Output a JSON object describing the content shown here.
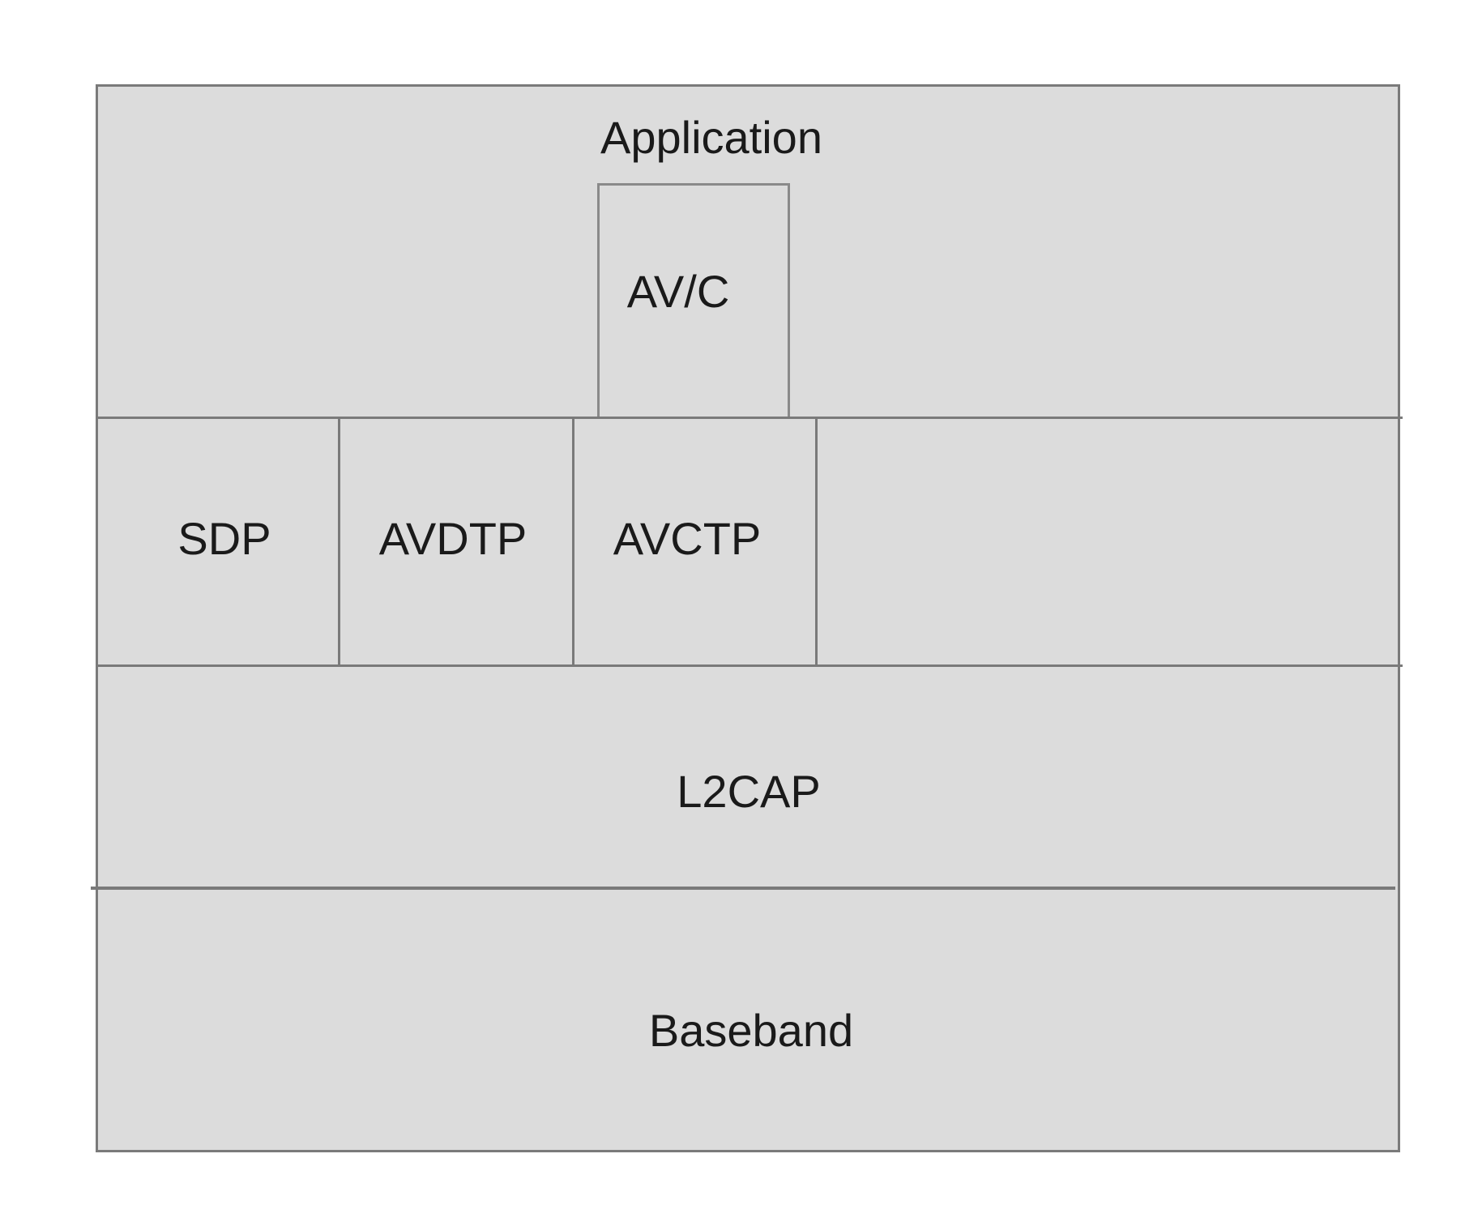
{
  "diagram": {
    "layers": {
      "application": "Application",
      "avc": "AV/C",
      "sdp": "SDP",
      "avdtp": "AVDTP",
      "avctp": "AVCTP",
      "l2cap": "L2CAP",
      "baseband": "Baseband"
    },
    "colors": {
      "fill": "#dcdcdc",
      "border": "#7a7a7a",
      "text": "#1a1a1a"
    }
  }
}
